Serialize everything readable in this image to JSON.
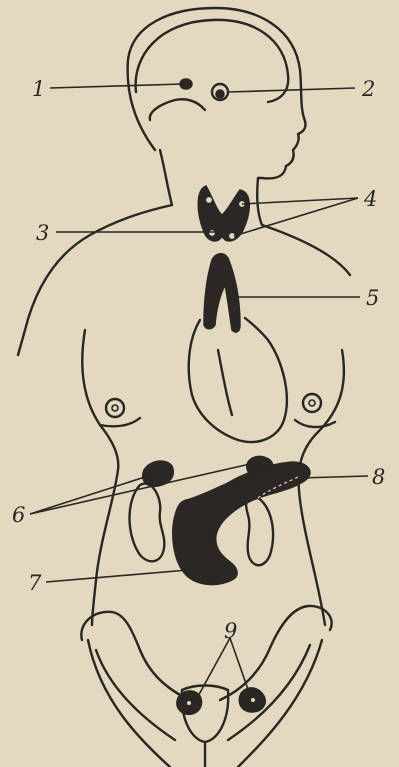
{
  "figure": {
    "colors": {
      "paper": "#e3d8c0",
      "ink": "#2a2622",
      "gland": "#2b2724"
    },
    "callouts": [
      {
        "number": "1",
        "target": "pineal-gland"
      },
      {
        "number": "2",
        "target": "pituitary-gland"
      },
      {
        "number": "3",
        "target": "thyroid-gland"
      },
      {
        "number": "4",
        "target": "parathyroid-glands"
      },
      {
        "number": "5",
        "target": "thymus"
      },
      {
        "number": "6",
        "target": "adrenal-glands"
      },
      {
        "number": "7",
        "target": "pancreas"
      },
      {
        "number": "8",
        "target": "pancreas-tail"
      },
      {
        "number": "9",
        "target": "ovaries"
      }
    ]
  }
}
